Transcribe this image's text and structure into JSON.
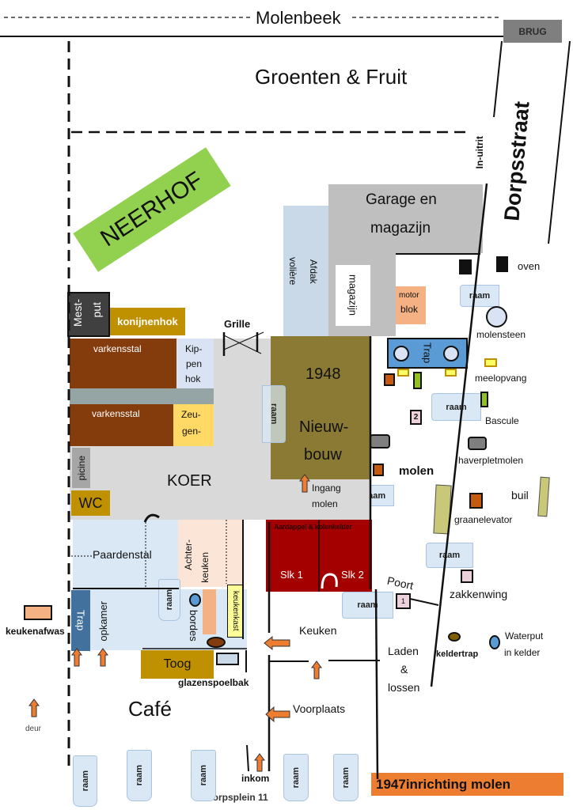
{
  "title": "Molenbeek",
  "bridge": "BRUG",
  "street": "Dorpsstraat",
  "entrance_exit": "In-uitrit",
  "garden": "Groenten & Fruit",
  "neerhof": "NEERHOF",
  "garage": {
    "line1": "Garage en",
    "line2": "magazijn"
  },
  "afdak": "Afdak",
  "voliere": "volière",
  "magazijn": "magazijn",
  "motorblok": {
    "line1": "motor",
    "line2": "blok"
  },
  "trap": "Trap",
  "oven": "oven",
  "molensteen": "molensteen",
  "meelopvang": "meelopvang",
  "bascule": "Bascule",
  "box2": "2",
  "box1": "1",
  "haverpletmolen": "haverpletmolen",
  "molen": "molen",
  "buil": "buil",
  "graanelevator": "graanelevator",
  "zakkenwing": "zakkenwing",
  "poort": "Poort",
  "keldertrap": "keldertrap",
  "waterput": {
    "line1": "Waterput",
    "line2": "in kelder"
  },
  "laden": {
    "line1": "Laden",
    "line2": "&",
    "line3": "lossen"
  },
  "inrichting": "1947inrichting molen",
  "mestput": {
    "line1": "Mest-",
    "line2": "put"
  },
  "konijnenhok": "konijnenhok",
  "grille": "Grille",
  "varkensstal": "varkensstal",
  "kippenhok": {
    "line1": "Kip-",
    "line2": "pen",
    "line3": "hok"
  },
  "zeugen": {
    "line1": "Zeu-",
    "line2": "gen-"
  },
  "nieuwbouw": {
    "year": "1948",
    "line1": "Nieuw-",
    "line2": "bouw"
  },
  "raam": "raam",
  "picine": "picine",
  "wc": "WC",
  "koer": "KOER",
  "ingang": {
    "line1": "Ingang",
    "line2": "molen"
  },
  "paardenstal": "Paardenstal",
  "achterkeuken": {
    "line1": "Achter-",
    "line2": "keuken"
  },
  "kelder": "Aardappel & kolenkelder",
  "slk1": "Slk 1",
  "slk2": "Slk 2",
  "opkamer": "opkamer",
  "bordes": "bordes",
  "keukenkast": "keukenkast",
  "keuken": "Keuken",
  "toog": "Toog",
  "glazenspoelbak": "glazenspoelbak",
  "keukenafwas": "keukenafwas",
  "cafe": "Café",
  "deur": "deur",
  "voorplaats": "Voorplaats",
  "inkom": "inkom",
  "address": "Dorpsplein 11",
  "colors": {
    "neerhof": "#92d050",
    "garage": "#bfbfbf",
    "voliere": "#c9d9e8",
    "koer": "#d9d9d9",
    "nieuwbouw": "#8b7a34",
    "varkensstal": "#843c0c",
    "konijnenhok": "#bf9000",
    "kelder": "#a50000",
    "trap": "#5b9bd5",
    "arrow": "#ed7d31",
    "inrichting": "#ed7d31"
  }
}
